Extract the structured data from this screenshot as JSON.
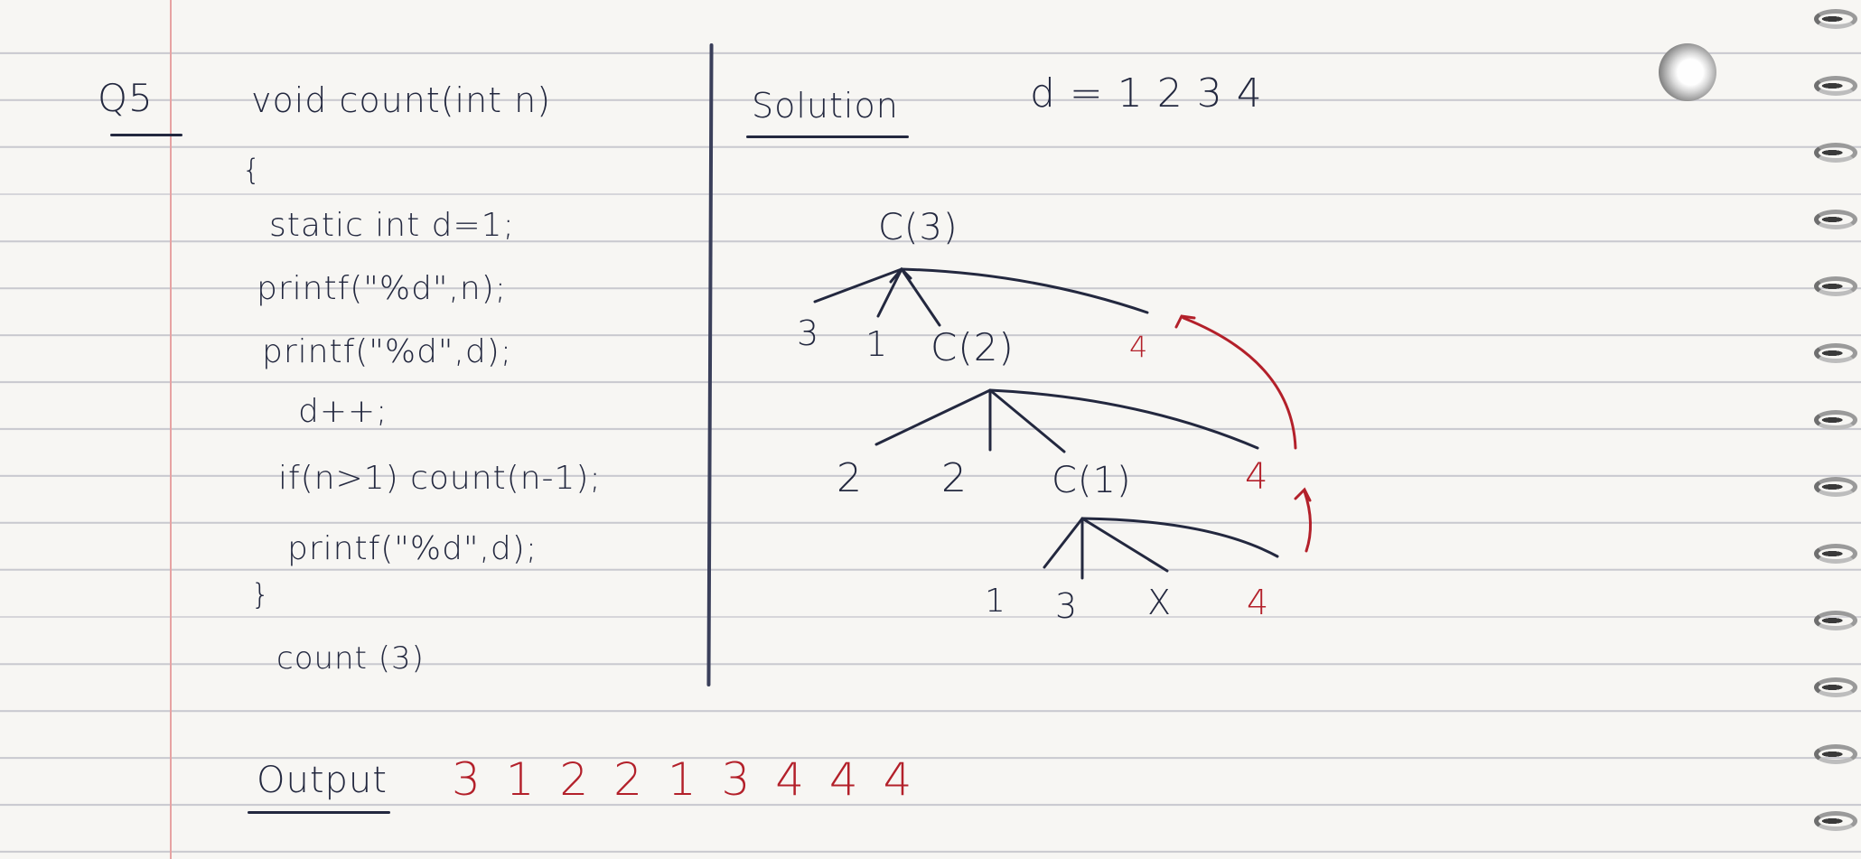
{
  "question": {
    "label": "Q5",
    "signature": "void count(int n)",
    "open_brace": "{",
    "code_lines": [
      "static int d=1;",
      "printf(\"%d\",n);",
      "printf(\"%d\",d);",
      "d++;",
      "if(n>1) count(n-1);",
      "printf(\"%d\",d);"
    ],
    "close_brace": "}",
    "call": "count (3)"
  },
  "solution": {
    "heading": "Solution",
    "d_values": "d = 1 2 3 4",
    "tree": {
      "root": "C(3)",
      "level1": {
        "left_values": [
          "3",
          "1"
        ],
        "call": "C(2)",
        "return_value": "4"
      },
      "level2": {
        "left_values": [
          "2",
          "2"
        ],
        "call": "C(1)",
        "return_value": "4"
      },
      "level3": {
        "values": [
          "1",
          "3",
          "X"
        ],
        "return_value": "4"
      }
    }
  },
  "output": {
    "label": "Output",
    "values": "3 1 2 2 1 3 4 4 4"
  },
  "colors": {
    "ink": "#23283f",
    "red_ink": "#b3202a",
    "rule_lines": "#c9c9cf",
    "margin": "#e6a3a3"
  }
}
